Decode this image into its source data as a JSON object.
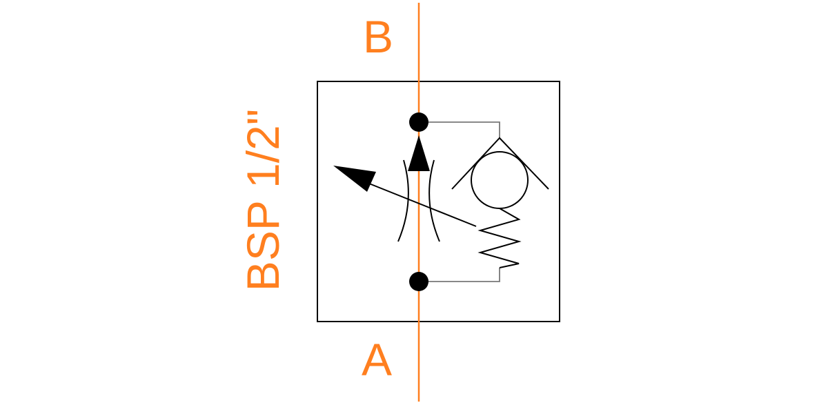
{
  "labels": {
    "port_b": "B",
    "port_a": "A",
    "connection_size": "BSP 1/2\""
  },
  "colors": {
    "line_color": "#ff7f1f",
    "symbol_color": "#000000",
    "connector_color": "#777777"
  }
}
